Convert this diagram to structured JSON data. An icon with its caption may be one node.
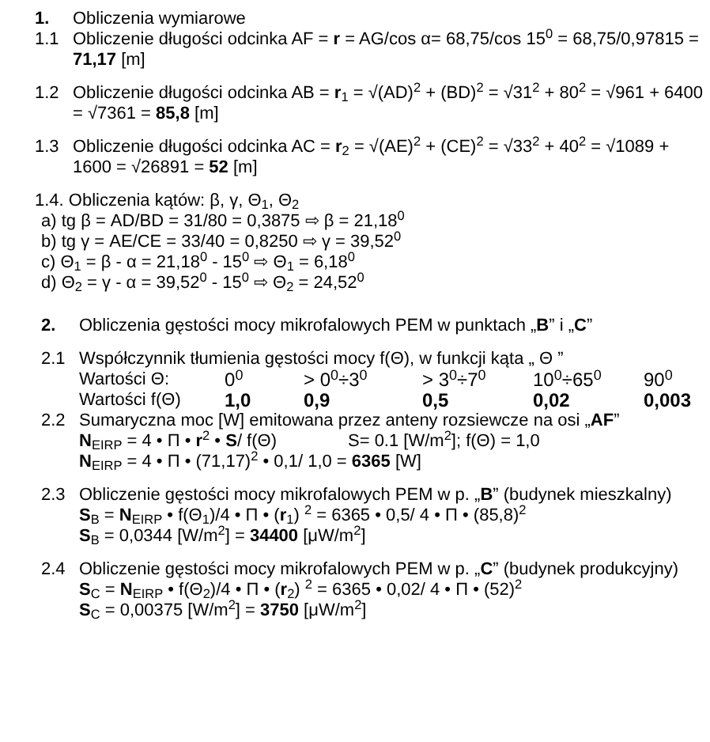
{
  "diagram": {
    "labels": [
      "1.",
      "Obliczenia wymiarowe",
      "1.1",
      "Obliczenie długości odcinka AF = **r** = AG/cos α= 68,75/cos 15$^{0}$ = 68,75/0,97815 = **71,17** [m]",
      "1.2",
      "Obliczenie długości odcinka AB = **r**$_{1}$ = √(AD)$^{2}$ + (BD)$^{2}$ = √31$^{2}$ + 80$^{2}$ = √961 + 6400 = √7361 = **85,8** [m]",
      "1.3",
      "Obliczenie długości odcinka AC = **r**$_{2}$ = √(AE)$^{2}$ + (CE)$^{2}$ = √33$^{2}$ + 40$^{2}$ = √1089 + 1600 = √26891 = **52** [m]",
      "1.4. Obliczenia kątów: β, γ, Θ$_{1}$, Θ$_{2}$",
      "a) tg β = AD/BD = 31/80 = 0,3875 ⇨ β = 21,18$^{0}$",
      "b) tg γ = AE/CE = 33/40 = 0,8250 ⇨ γ = 39,52$^{0}$",
      "c) Θ$_{1}$ = β - α = 21,18$^{0}$ - 15$^{0}$ ⇨ Θ$_{1}$ = 6,18$^{0}$",
      "d) Θ$_{2}$ = γ - α = 39,52$^{0}$ - 15$^{0}$ ⇨ Θ$_{2}$ = 24,52$^{0}$",
      "2.",
      "Obliczenia gęstości mocy mikrofalowych PEM w punktach „**B**” i „**C**”",
      "2.1",
      "Współczynnik tłumienia gęstości mocy f(Θ), w funkcji kąta „ Θ ”",
      "Wartości Θ:",
      "0$^{0}$",
      "> 0$^{0}$÷3$^{0}$",
      "> 3$^{0}$÷7$^{0}$",
      "10$^{0}$÷65$^{0}$",
      "90$^{0}$",
      "Wartości f(Θ)",
      "1,0",
      "0,9",
      "0,5",
      "0,02",
      "0,003",
      "2.2",
      "Sumaryczna moc [W] emitowana przez anteny rozsiewcze na osi „**AF**”",
      "**N**$_{EIRP}$ = 4 • Π • **r**$^{2}$ • **S**/ f(Θ)",
      "S= 0.1 [W/m$^{2}$]; f(Θ) = 1,0",
      "**N**$_{EIRP}$ = 4 • Π • (71,17)$^{2}$ • 0,1/ 1,0 = **6365** [W]",
      "2.3",
      "Obliczenie gęstości mocy mikrofalowych PEM w p. „**B**” (budynek mieszkalny)",
      "**S**$_{B}$ = **N**$_{EIRP}$ • f(Θ$_{1}$)/4 • Π • (**r**$_{1}$) $^{2}$ = 6365 • 0,5/ 4 • Π • (85,8)$^{2}$",
      "**S**$_{B}$ = 0,0344 [W/m$^{2}$] = **34400** [μW/m$^{2}$]",
      "2.4",
      "Obliczenie gęstości mocy mikrofalowych PEM w p. „**C**” (budynek produkcyjny)",
      "**S**$_{C}$ = **N**$_{EIRP}$ • f(Θ$_{2}$)/4 • Π • (**r**$_{2}$) $^{2}$ = 6365 • 0,02/ 4 • Π • (52)$^{2}$",
      "**S**$_{C}$ = 0,00375 [W/m$^{2}$] = **3750** [μW/m$^{2}$]"
    ]
  }
}
